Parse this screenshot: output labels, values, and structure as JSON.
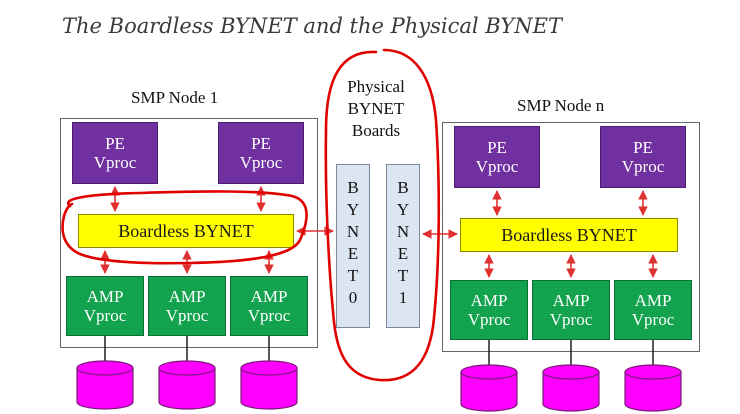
{
  "caption": "The Boardless BYNET and the Physical BYNET",
  "colors": {
    "pe": "#7030a0",
    "amp": "#13a24e",
    "bynet": "#ffff00",
    "board": "#dce6f2",
    "disk": "#ff00ff",
    "arrow": "#e03030",
    "highlight": "#e00000"
  },
  "node1": {
    "title": "SMP Node 1",
    "pe": [
      {
        "line1": "PE",
        "line2": "Vproc"
      },
      {
        "line1": "PE",
        "line2": "Vproc"
      }
    ],
    "bynet": "Boardless BYNET",
    "amp": [
      {
        "line1": "AMP",
        "line2": "Vproc"
      },
      {
        "line1": "AMP",
        "line2": "Vproc"
      },
      {
        "line1": "AMP",
        "line2": "Vproc"
      }
    ]
  },
  "noden": {
    "title": "SMP Node n",
    "pe": [
      {
        "line1": "PE",
        "line2": "Vproc"
      },
      {
        "line1": "PE",
        "line2": "Vproc"
      }
    ],
    "bynet": "Boardless BYNET",
    "amp": [
      {
        "line1": "AMP",
        "line2": "Vproc"
      },
      {
        "line1": "AMP",
        "line2": "Vproc"
      },
      {
        "line1": "AMP",
        "line2": "Vproc"
      }
    ]
  },
  "physical": {
    "title_lines": [
      "Physical",
      "BYNET",
      "Boards"
    ],
    "board0": [
      "B",
      "Y",
      "N",
      "E",
      "T",
      "0"
    ],
    "board1": [
      "B",
      "Y",
      "N",
      "E",
      "T",
      "1"
    ]
  }
}
